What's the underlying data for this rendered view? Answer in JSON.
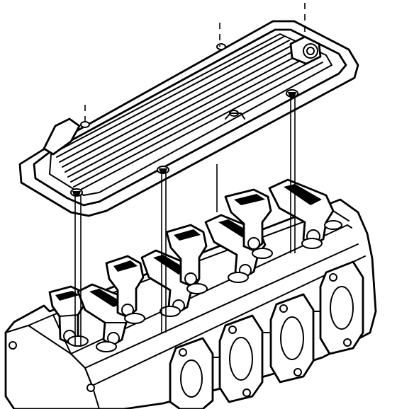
{
  "diagram": {
    "type": "exploded-view line drawing",
    "ink_color": "#000000",
    "paper_color": "#ffffff",
    "parts": [
      "valve-cover",
      "valve-cover-gasket",
      "rocker-arm",
      "cylinder-head",
      "cover-bolt",
      "exhaust-port-flange",
      "head-bolt"
    ],
    "rocker_arm_count": 8,
    "cover_bolt_count": 6,
    "exhaust_port_count": 4
  }
}
